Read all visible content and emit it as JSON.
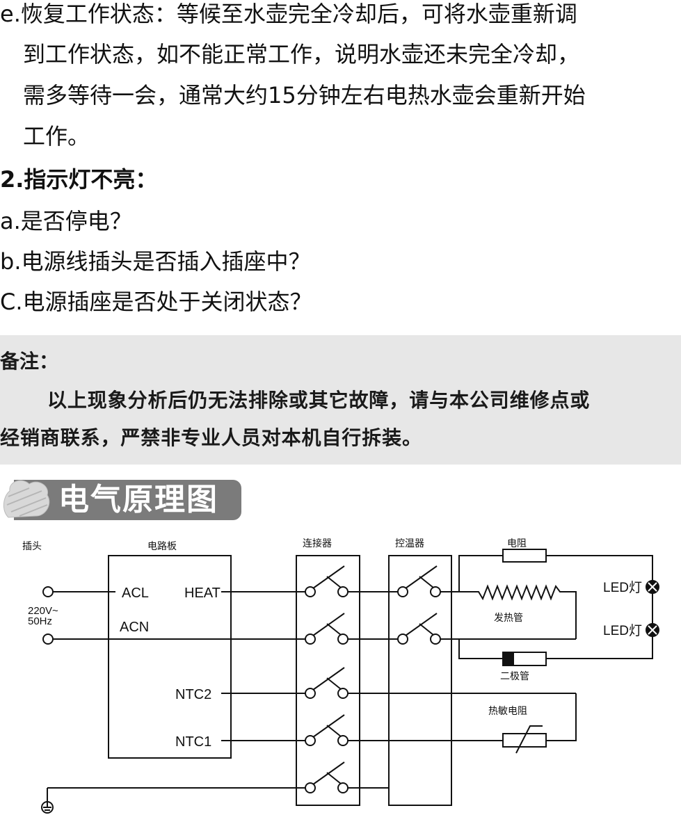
{
  "text_lines": [
    "e.恢复工作状态：等候至水壶完全冷却后，可将水壶重新调",
    "到工作状态，如不能正常工作，说明水壶还未完全冷却，",
    "需多等待一会，通常大约15分钟左右电热水壶会重新开始",
    "工作。",
    "2.指示灯不亮：",
    "a.是否停电？",
    "b.电源线插头是否插入插座中？",
    "C.电源插座是否处于关闭状态？"
  ],
  "note": {
    "label": "备注：",
    "line1": "以上现象分析后仍无法排除或其它故障，请与本公司维修点或",
    "line2": "经销商联系，严禁非专业人员对本机自行拆装。"
  },
  "section_title": "电气原理图",
  "diagram": {
    "plug": "插头",
    "board": "电路板",
    "connector": "连接器",
    "thermostat": "控温器",
    "resistor": "电阻",
    "voltage": "220V~",
    "frequency": "50Hz",
    "acl": "ACL",
    "acn": "ACN",
    "heat": "HEAT",
    "ntc2": "NTC2",
    "ntc1": "NTC1",
    "heater": "发热管",
    "diode": "二极管",
    "thermistor": "热敏电阻",
    "led1": "LED灯",
    "led2": "LED灯"
  }
}
